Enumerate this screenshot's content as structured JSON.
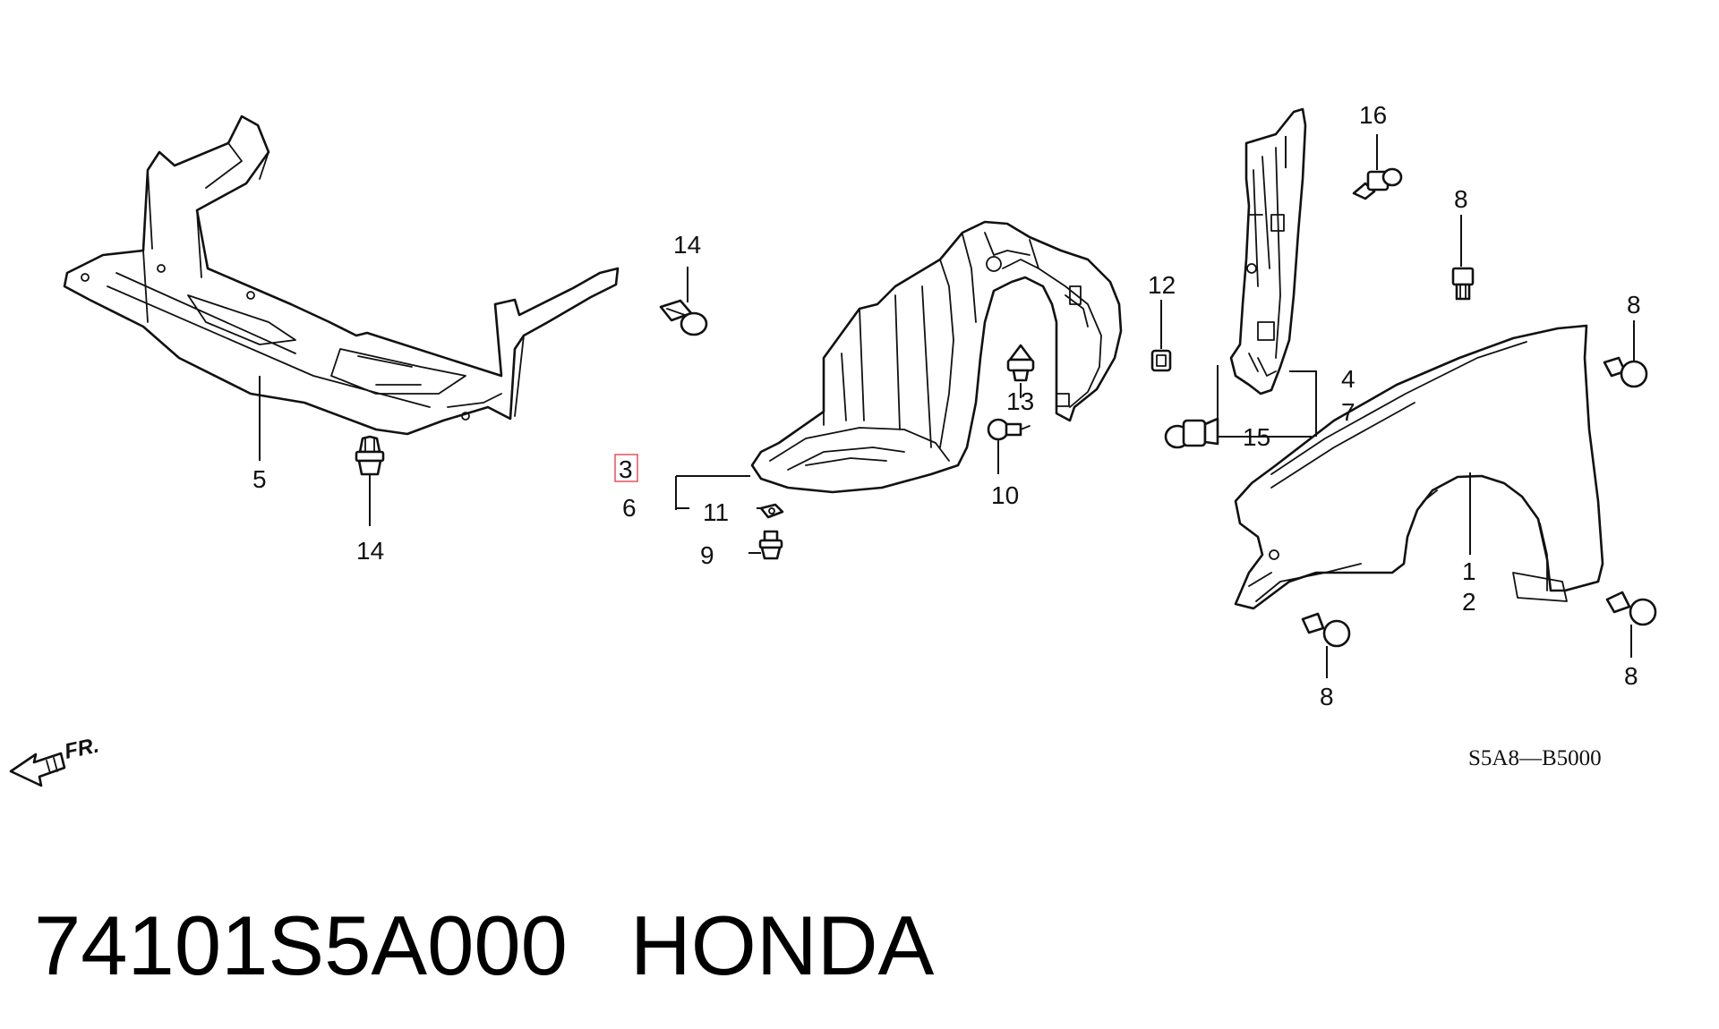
{
  "callouts": {
    "c1": "1",
    "c2": "2",
    "c3": "3",
    "c4": "4",
    "c5": "5",
    "c6": "6",
    "c7": "7",
    "c8a": "8",
    "c8b": "8",
    "c8c": "8",
    "c8d": "8",
    "c9": "9",
    "c10": "10",
    "c11": "11",
    "c12": "12",
    "c13": "13",
    "c14a": "14",
    "c14b": "14",
    "c15": "15",
    "c16": "16"
  },
  "highlighted_callout": "3",
  "highlight_color": "#e8505b",
  "diagram_code": "S5A8—B5000",
  "direction_label": "FR.",
  "footer": {
    "part_number": "74101S5A000",
    "brand": "HONDA"
  }
}
